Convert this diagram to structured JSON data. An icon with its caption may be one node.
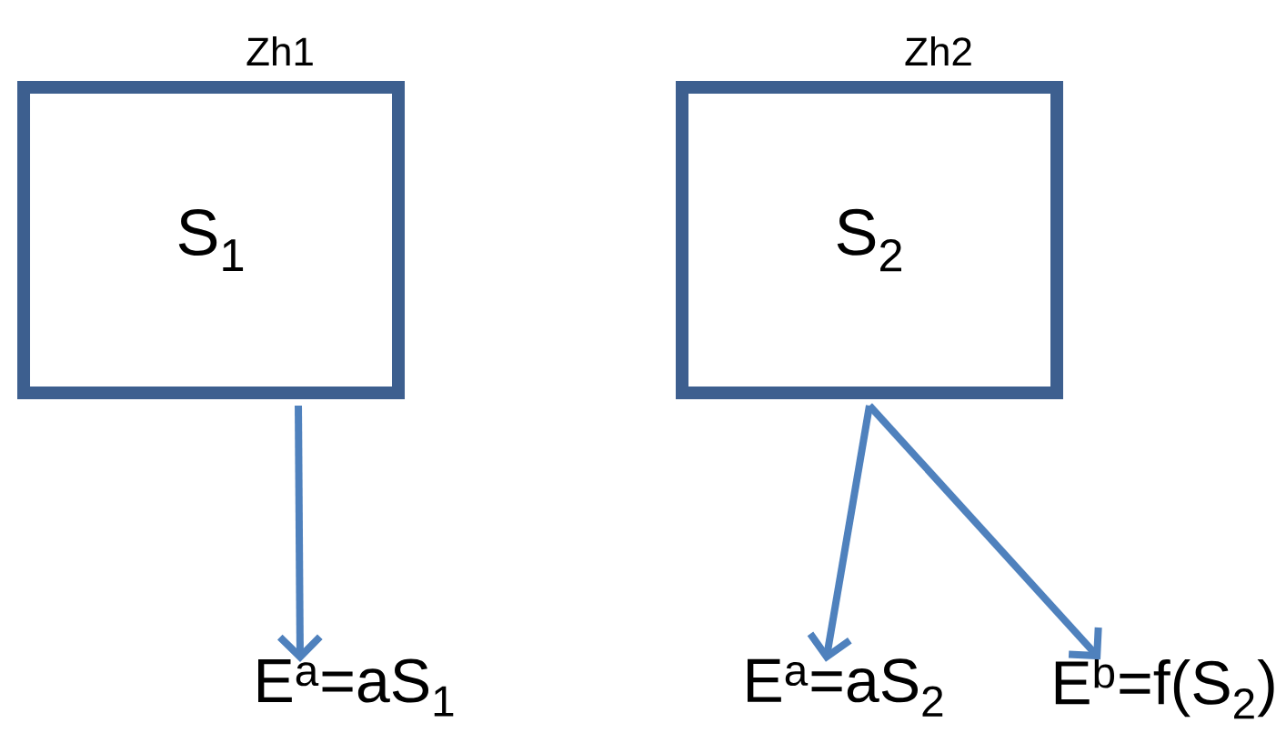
{
  "diagram": {
    "nodes": [
      {
        "text": [
          "Zh1",
          "S$_{1}$"
        ]
      },
      {
        "text": [
          "Zh2",
          "S$_{2}$"
        ]
      },
      {
        "text": [
          "E$^{a}$=aS$_{1}$"
        ]
      },
      {
        "text": [
          "E$^{a}$=aS$_{2}$"
        ]
      },
      {
        "text": [
          "E$^{b}$=f(S$_{2}$)"
        ]
      }
    ],
    "edges": [
      {
        "from": 0,
        "to": 2,
        "arrow": "to"
      },
      {
        "from": 1,
        "to": 3,
        "arrow": "to"
      },
      {
        "from": 1,
        "to": 4,
        "arrow": "to"
      }
    ]
  }
}
